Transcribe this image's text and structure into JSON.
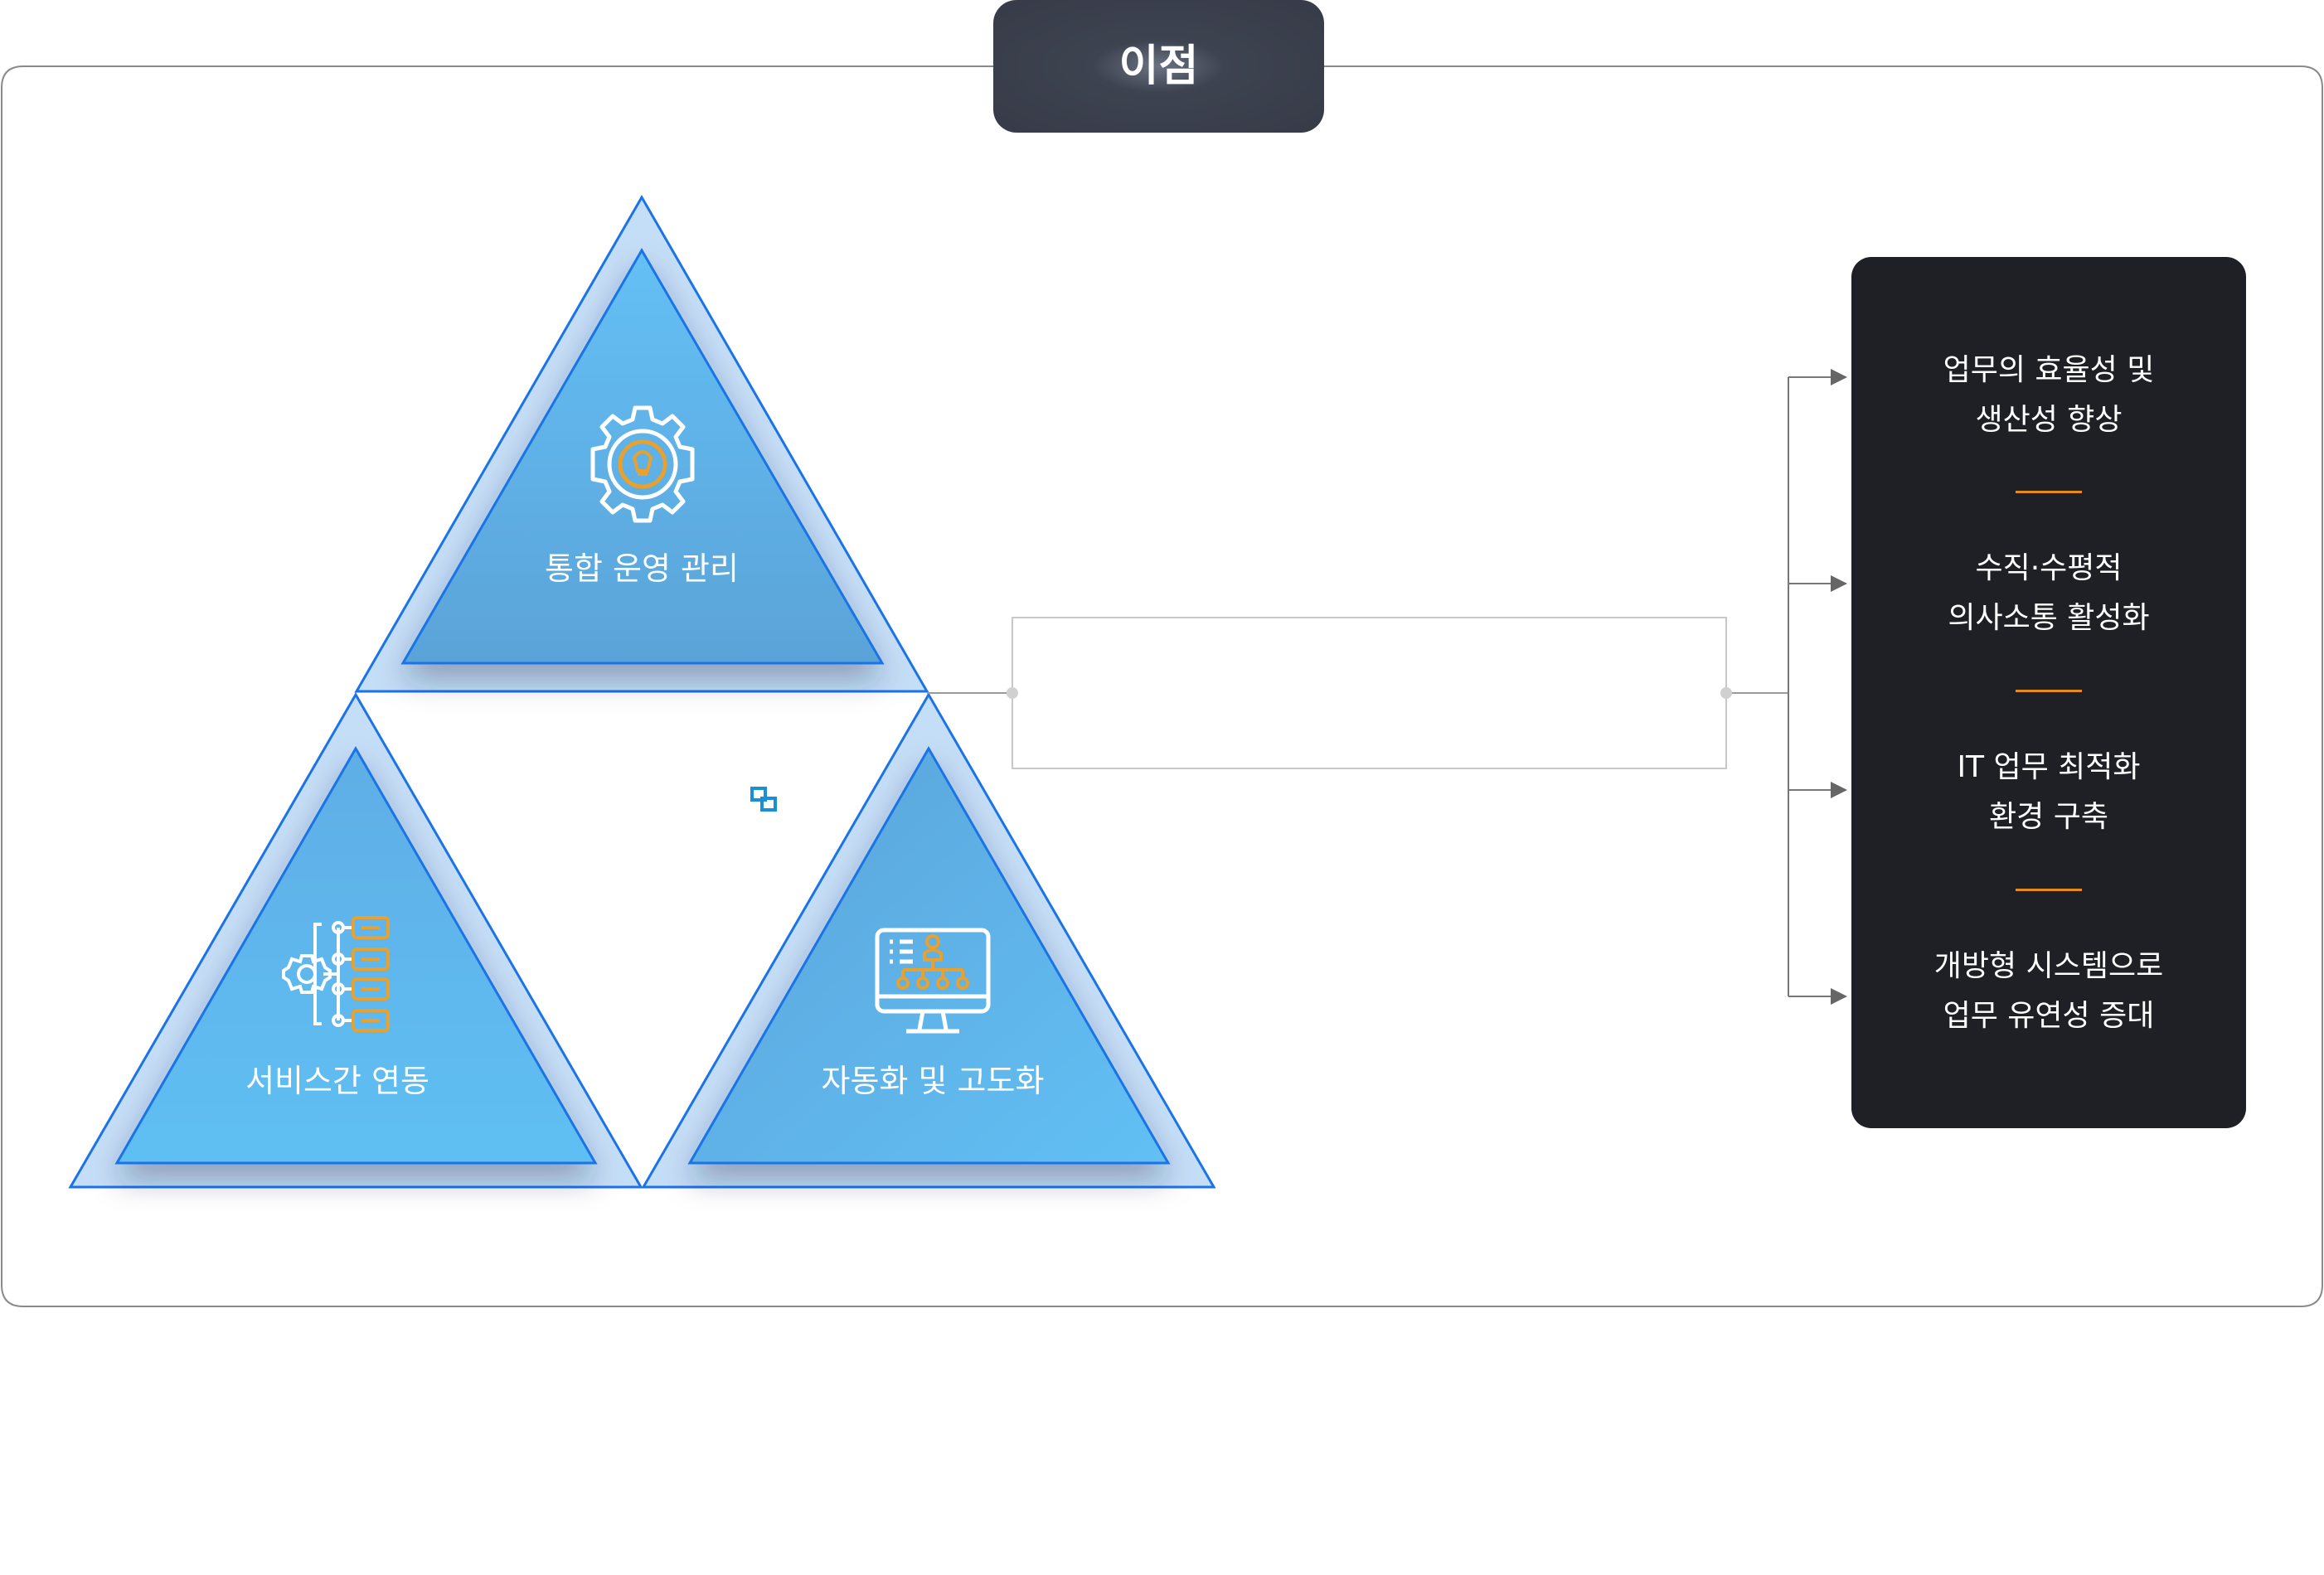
{
  "frame": {
    "title": "이점"
  },
  "triangles": [
    {
      "label": "통합 운영 관리",
      "icon": "gear-lightbulb-icon"
    },
    {
      "label": "서비스간 연동",
      "icon": "gear-servers-icon"
    },
    {
      "label": "자동화 및 고도화",
      "icon": "monitor-org-chart-icon"
    }
  ],
  "benefits": [
    {
      "line1": "업무의 효율성 및",
      "line2": "생산성 향상"
    },
    {
      "line1": "수직·수평적",
      "line2": "의사소통 활성화"
    },
    {
      "line1": "IT 업무 최적화",
      "line2": "환경 구축"
    },
    {
      "line1": "개방형 시스템으로",
      "line2": "업무 유연성 증대"
    }
  ],
  "colors": {
    "triangle_fill": "#5fb9ef",
    "triangle_outer": "#c5def7",
    "triangle_stroke": "#1a73e8",
    "icon_white": "#ffffff",
    "icon_accent": "#e8a02e",
    "divider": "#e8891c",
    "panel": "#1e2026"
  }
}
